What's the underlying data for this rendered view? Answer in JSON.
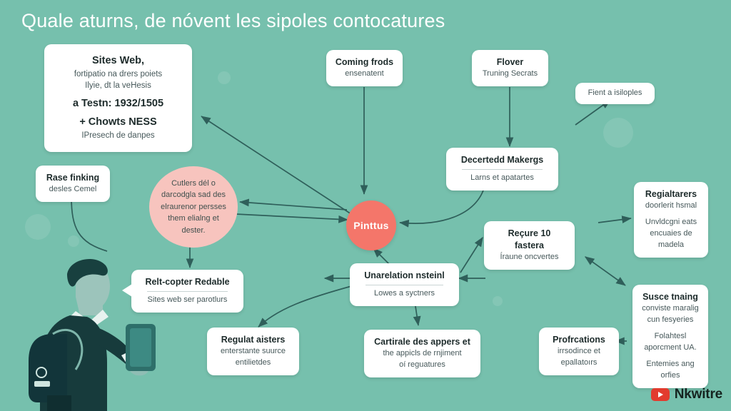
{
  "page": {
    "title": "Quale aturns, de nóvent les sipoles contocatures",
    "background_color": "#76c0ad",
    "accent_color": "#f4766a",
    "soft_accent_color": "#f7c4be",
    "card_color": "#ffffff",
    "line_color": "#2f5f5a"
  },
  "hub": {
    "label": "Pinttus"
  },
  "ellipse": {
    "lines": [
      "Cutlers dél o",
      "darcodgla sad des",
      "elraurenor persses",
      "them elialng et",
      "dester."
    ]
  },
  "cards": [
    {
      "name": "sites-web",
      "lines": [
        {
          "kind": "title",
          "text": "Sites Web,"
        },
        {
          "kind": "sub",
          "text": "fortipatio na drers poiets"
        },
        {
          "kind": "sub",
          "text": "Ilyie, dt la veHesis"
        },
        {
          "kind": "gap"
        },
        {
          "kind": "title",
          "text": "a Testn: 1932/1505"
        },
        {
          "kind": "gap"
        },
        {
          "kind": "title",
          "text": "+ Chowts NESS"
        },
        {
          "kind": "sub",
          "text": "IPresech de danpes"
        }
      ]
    },
    {
      "name": "coming-frods",
      "lines": [
        {
          "kind": "title",
          "text": "Coming frods"
        },
        {
          "kind": "sub",
          "text": "ensenatent"
        }
      ]
    },
    {
      "name": "flover",
      "lines": [
        {
          "kind": "title",
          "text": "Flover"
        },
        {
          "kind": "sub",
          "text": "Truning Secrats"
        }
      ]
    },
    {
      "name": "fient-a-isiloples",
      "lines": [
        {
          "kind": "sub",
          "text": "Fient a isiloples"
        }
      ]
    },
    {
      "name": "decertedd-makergs",
      "lines": [
        {
          "kind": "title",
          "text": "Decertedd Makergs"
        },
        {
          "kind": "rule"
        },
        {
          "kind": "sub",
          "text": "Larns et apatartes"
        }
      ]
    },
    {
      "name": "rase-finking",
      "lines": [
        {
          "kind": "title",
          "text": "Rase finking"
        },
        {
          "kind": "sub",
          "text": "desles Cemel"
        }
      ]
    },
    {
      "name": "regialtarers",
      "lines": [
        {
          "kind": "title",
          "text": "Regialtarers"
        },
        {
          "kind": "sub",
          "text": "doorlerit hsmal"
        },
        {
          "kind": "gap"
        },
        {
          "kind": "sub",
          "text": "Unvldcgni eats"
        },
        {
          "kind": "sub",
          "text": "encuaies de"
        },
        {
          "kind": "sub",
          "text": "madela"
        }
      ]
    },
    {
      "name": "recure-10-fastera",
      "lines": [
        {
          "kind": "title",
          "text": "Reçure 10 fastera"
        },
        {
          "kind": "sub",
          "text": "Íraune oncvertes"
        }
      ]
    },
    {
      "name": "relt-copter-redable",
      "lines": [
        {
          "kind": "title",
          "text": "Relt-copter Redable"
        },
        {
          "kind": "rule"
        },
        {
          "kind": "sub",
          "text": "Sites web ser parotlurs"
        }
      ]
    },
    {
      "name": "unarelation-nsteinl",
      "lines": [
        {
          "kind": "title",
          "text": "Unarelation nsteinl"
        },
        {
          "kind": "rule"
        },
        {
          "kind": "sub",
          "text": "Lowes a syctners"
        }
      ]
    },
    {
      "name": "regulat-aisters",
      "lines": [
        {
          "kind": "title",
          "text": "Regulat aisters"
        },
        {
          "kind": "sub",
          "text": "enterstante suurce"
        },
        {
          "kind": "sub",
          "text": "entilietdes"
        }
      ]
    },
    {
      "name": "cartirale-des-appers",
      "lines": [
        {
          "kind": "title",
          "text": "Cartirale des appers et"
        },
        {
          "kind": "sub",
          "text": "the appicls de rnjiment"
        },
        {
          "kind": "sub",
          "text": "oí reguatures"
        }
      ]
    },
    {
      "name": "profrcations",
      "lines": [
        {
          "kind": "title",
          "text": "Profrcations"
        },
        {
          "kind": "sub",
          "text": "irrsodince et"
        },
        {
          "kind": "sub",
          "text": "epallatoırs"
        }
      ]
    },
    {
      "name": "sure-tnaing",
      "lines": [
        {
          "kind": "title",
          "text": "Susce tnaing"
        },
        {
          "kind": "sub",
          "text": "conviste maralig"
        },
        {
          "kind": "sub",
          "text": "cun fesyeries"
        },
        {
          "kind": "gap"
        },
        {
          "kind": "sub",
          "text": "Folahtesl"
        },
        {
          "kind": "sub",
          "text": "aporcment UA."
        },
        {
          "kind": "gap"
        },
        {
          "kind": "sub",
          "text": "Entemies ang"
        },
        {
          "kind": "sub",
          "text": "orfies"
        }
      ]
    }
  ],
  "watermark": {
    "text": "Nkwitre",
    "icon": "youtube-play-icon",
    "color": "#e23b2e"
  }
}
